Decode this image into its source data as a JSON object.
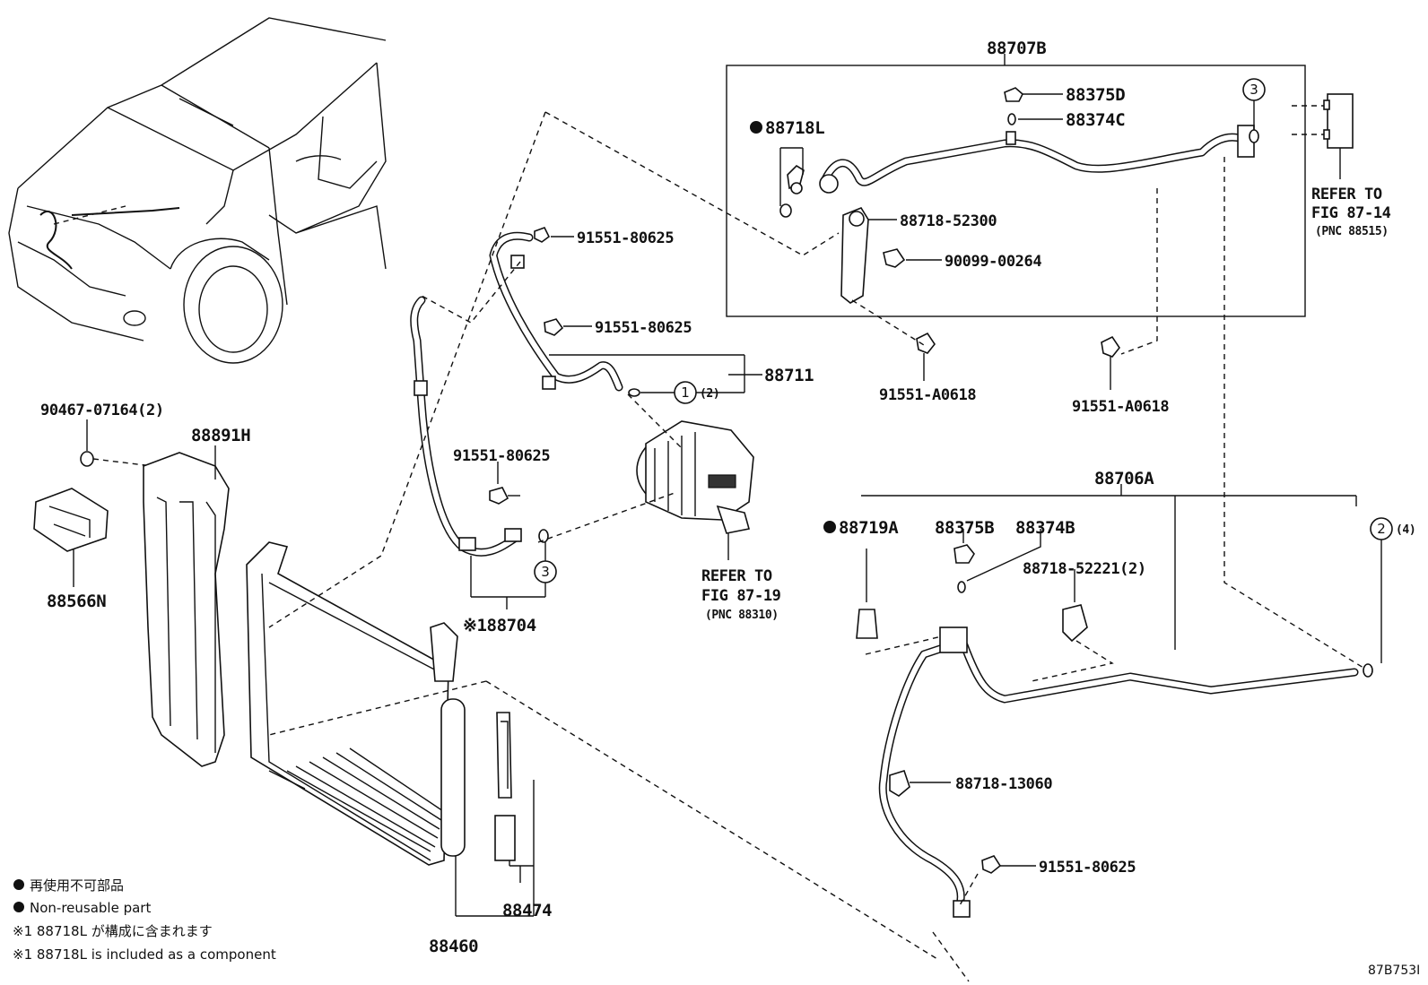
{
  "labels": {
    "p_88707B": "88707B",
    "p_88375D": "88375D",
    "p_88374C": "88374C",
    "p_88718L": "88718L",
    "p_88718_52300": "88718-52300",
    "p_90099_00264": "90099-00264",
    "p_91551_A0618_a": "91551-A0618",
    "p_91551_A0618_b": "91551-A0618",
    "refer_8714_l1": "REFER TO",
    "refer_8714_l2": "FIG 87-14",
    "refer_8714_l3": "(PNC 88515)",
    "p_91551_80625_a": "91551-80625",
    "p_91551_80625_b": "91551-80625",
    "p_91551_80625_c": "91551-80625",
    "p_91551_80625_d": "91551-80625",
    "p_88711": "88711",
    "qty_1": "(2)",
    "refer_8719_l1": "REFER TO",
    "refer_8719_l2": "FIG 87-19",
    "refer_8719_l3": "(PNC 88310)",
    "p_88704": "※188704",
    "p_90467_07164": "90467-07164(2)",
    "p_88891H": "88891H",
    "p_88566N": "88566N",
    "p_88706A": "88706A",
    "p_88719A": "88719A",
    "p_88375B": "88375B",
    "p_88374B": "88374B",
    "p_88718_52221": "88718-52221(2)",
    "qty_2": "(4)",
    "p_88718_13060": "88718-13060",
    "p_88474": "88474",
    "p_88460": "88460"
  },
  "callouts": {
    "c1": "1",
    "c2": "2",
    "c3a": "3",
    "c3b": "3"
  },
  "legend": {
    "line1_jp": "再使用不可部品",
    "line2_en": "Non-reusable part",
    "line3_jp": "※1 88718L が構成に含まれます",
    "line4_en": "※1 88718L is included as a component"
  },
  "figure_code": "87B753I",
  "icons": {
    "non_reusable_marker": "filled-circle-icon"
  }
}
